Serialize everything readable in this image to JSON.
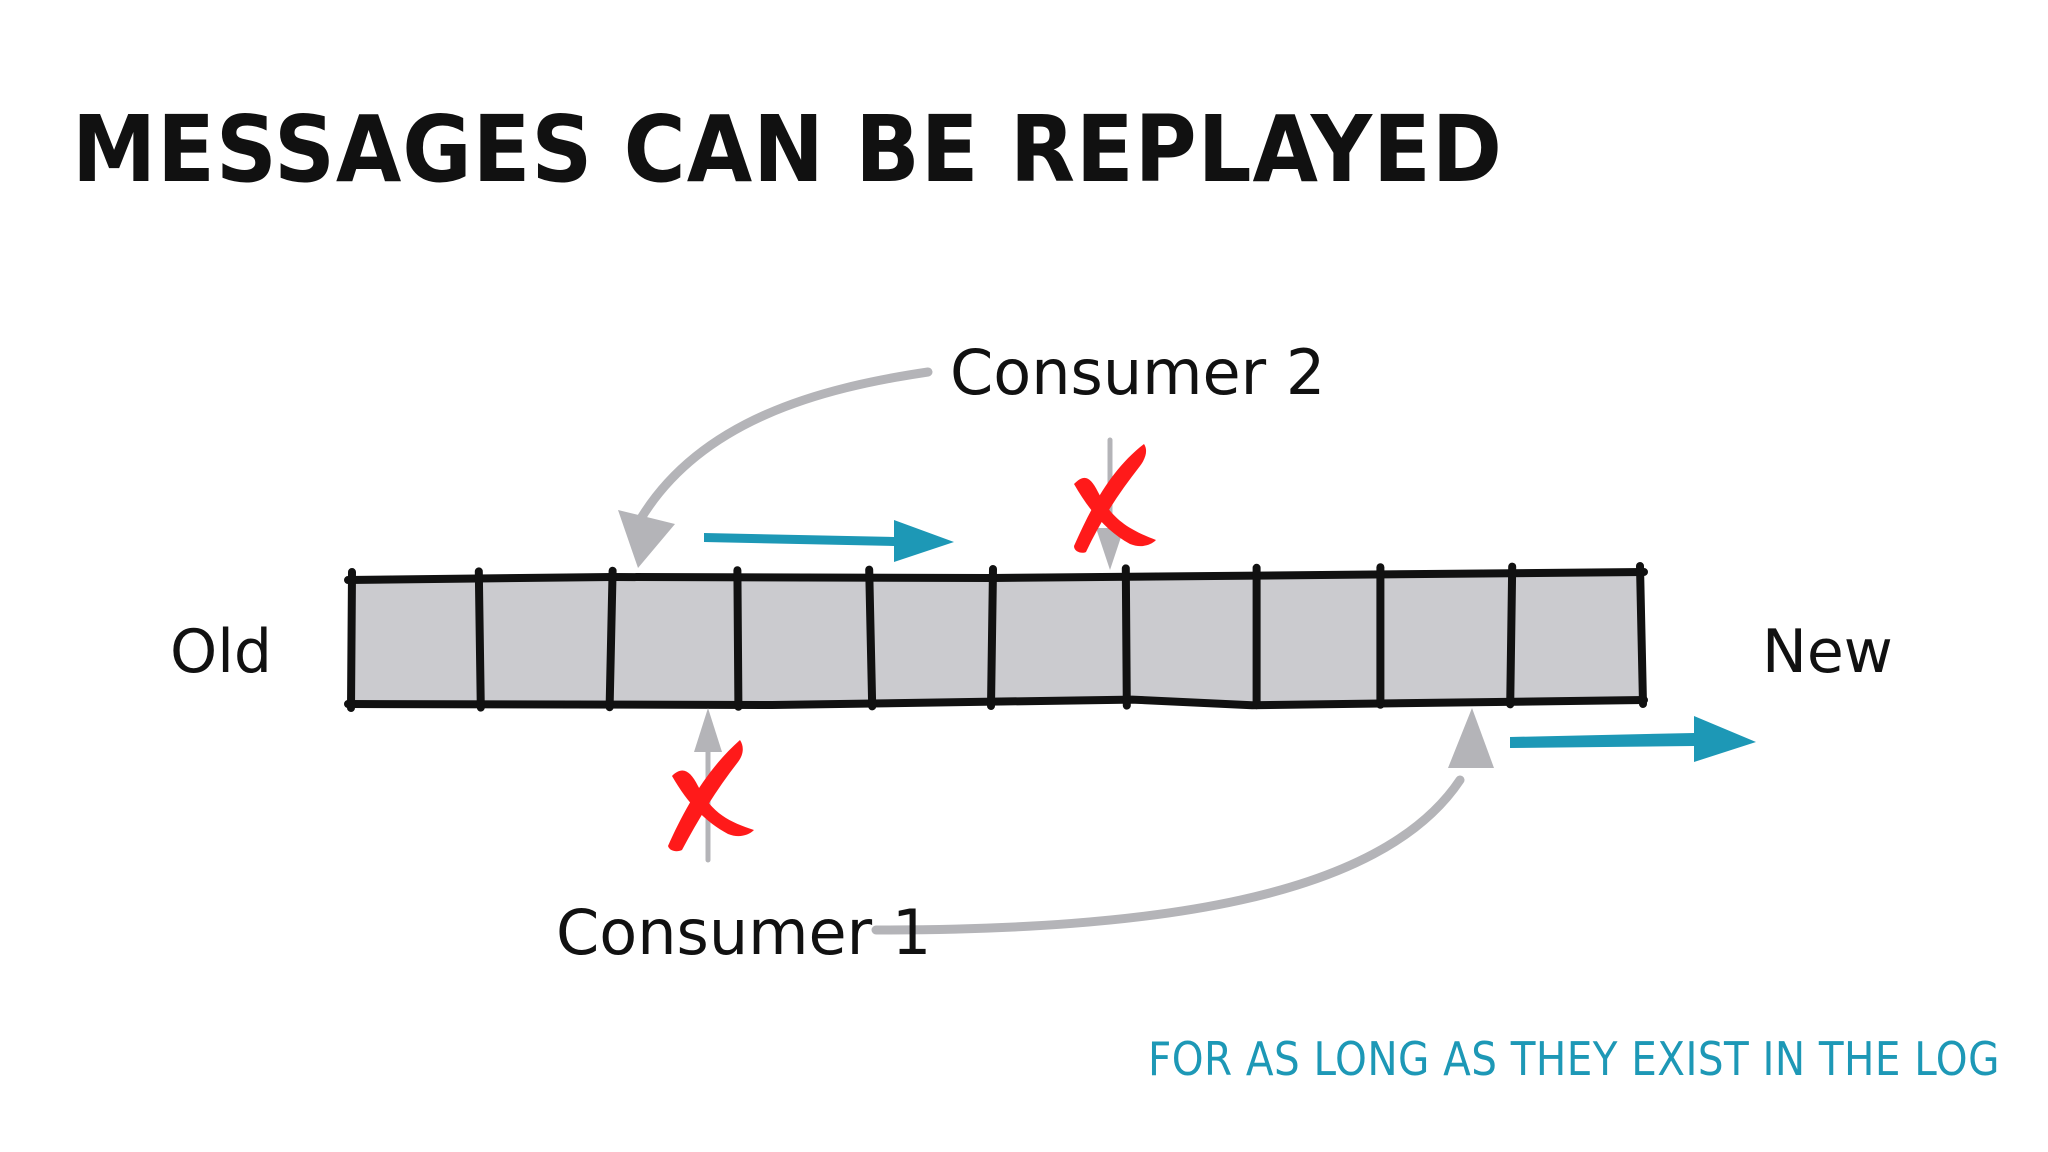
{
  "title": "MESSAGES CAN BE REPLAYED",
  "log": {
    "start_label": "Old",
    "end_label": "New",
    "cell_count": 10
  },
  "consumers": [
    {
      "label": "Consumer 2"
    },
    {
      "label": "Consumer 1"
    }
  ],
  "footnote": "FOR AS LONG AS THEY EXIST IN THE LOG",
  "colors": {
    "text": "#111111",
    "cell_fill": "#cbcbcf",
    "cell_stroke": "#111111",
    "pointer_gray": "#b4b4b8",
    "advance_arrow": "#1d98b6",
    "strike_red": "#ff1a1a",
    "footnote": "#1d98b6"
  }
}
